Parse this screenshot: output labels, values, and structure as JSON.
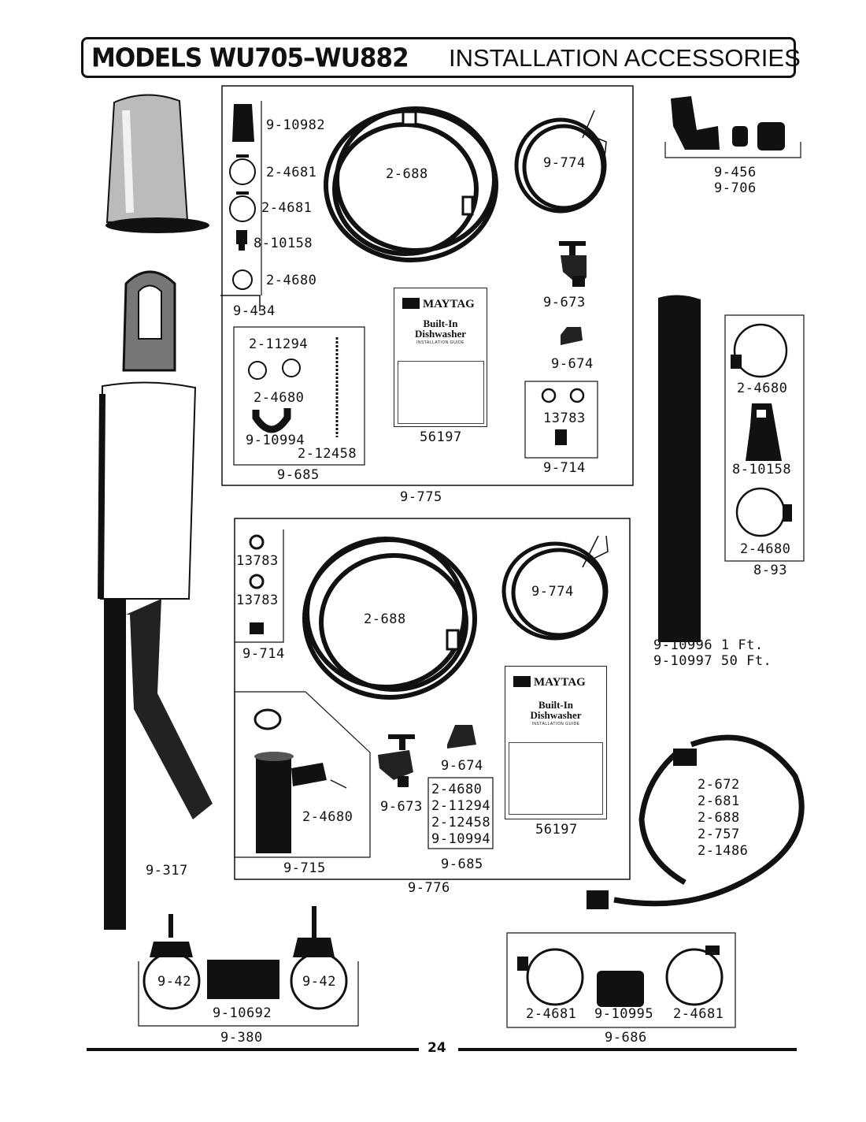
{
  "header": {
    "models": "MODELS WU705–WU882",
    "section": "INSTALLATION ACCESSORIES"
  },
  "page_number": "24",
  "brand": "MAYTAG",
  "booklet_title_1": "Built-In",
  "booklet_title_2": "Dishwasher",
  "booklet_subtitle": "INSTALLATION GUIDE",
  "labels": {
    "p9_10982": "9-10982",
    "p2_4681_a": "2-4681",
    "p2_4681_b": "2-4681",
    "p8_10158_a": "8-10158",
    "p2_4680_a": "2-4680",
    "p9_434": "9-434",
    "p2_688_a": "2-688",
    "p9_774_a": "9-774",
    "p9_456": "9-456",
    "p9_706": "9-706",
    "p9_673_a": "9-673",
    "p9_674_a": "9-674",
    "p2_11294_a": "2-11294",
    "p2_4680_b": "2-4680",
    "p9_10994_a": "9-10994",
    "p2_12458_a": "2-12458",
    "p9_685_a": "9-685",
    "p56197_a": "56197",
    "p13783_a": "13783",
    "p9_714_a": "9-714",
    "p9_775": "9-775",
    "p2_4680_c": "2-4680",
    "p8_10158_b": "8-10158",
    "p2_4680_d": "2-4680",
    "p8_93": "8-93",
    "p9_10996": "9-10996  1 Ft.",
    "p9_10997": "9-10997 50 Ft.",
    "p13783_b": "13783",
    "p13783_c": "13783",
    "p9_714_b": "9-714",
    "p2_688_b": "2-688",
    "p9_774_b": "9-774",
    "p2_4680_e": "2-4680",
    "p9_715": "9-715",
    "p9_673_b": "9-673",
    "p9_674_b": "9-674",
    "kit_2_4680": "2-4680",
    "kit_2_11294": "2-11294",
    "kit_2_12458": "2-12458",
    "kit_9_10994": "9-10994",
    "p9_685_b": "9-685",
    "p56197_b": "56197",
    "p9_776": "9-776",
    "p9_317": "9-317",
    "hose_1": "2-672",
    "hose_2": "2-681",
    "hose_3": "2-688",
    "hose_4": "2-757",
    "hose_5": "2-1486",
    "p9_42_a": "9-42",
    "p9_42_b": "9-42",
    "p9_10692": "9-10692",
    "p9_380": "9-380",
    "p2_4681_c": "2-4681",
    "p9_10995": "9-10995",
    "p2_4681_d": "2-4681",
    "p9_686": "9-686"
  }
}
